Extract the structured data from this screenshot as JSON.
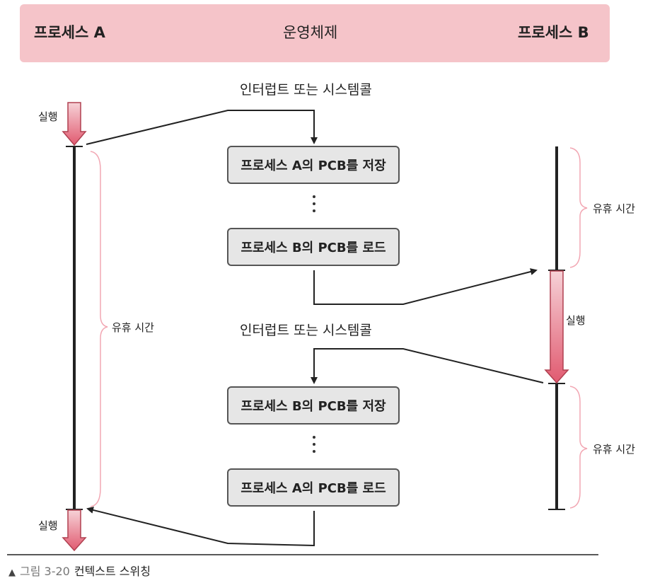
{
  "header": {
    "left": "프로세스 A",
    "center": "운영체제",
    "right": "프로세스 B"
  },
  "os_steps": [
    {
      "trigger": "인터럽트 또는 시스템콜",
      "boxes": [
        "프로세스 A의 PCB를 저장",
        "프로세스 B의 PCB를 로드"
      ]
    },
    {
      "trigger": "인터럽트 또는 시스템콜",
      "boxes": [
        "프로세스 B의 PCB를 저장",
        "프로세스 A의 PCB를 로드"
      ]
    }
  ],
  "process_a": {
    "run_top": "실행",
    "idle": "유휴 시간",
    "run_bottom": "실행"
  },
  "process_b": {
    "idle_top": "유휴 시간",
    "run": "실행",
    "idle_bottom": "유휴 시간"
  },
  "caption": {
    "marker": "▲",
    "figure": "그림 3-20",
    "text": "컨텍스트 스위칭"
  },
  "colors": {
    "header_bg": "#f5c4c9",
    "brace": "#f2a7b3",
    "arrow_fill": "#e8667a"
  }
}
